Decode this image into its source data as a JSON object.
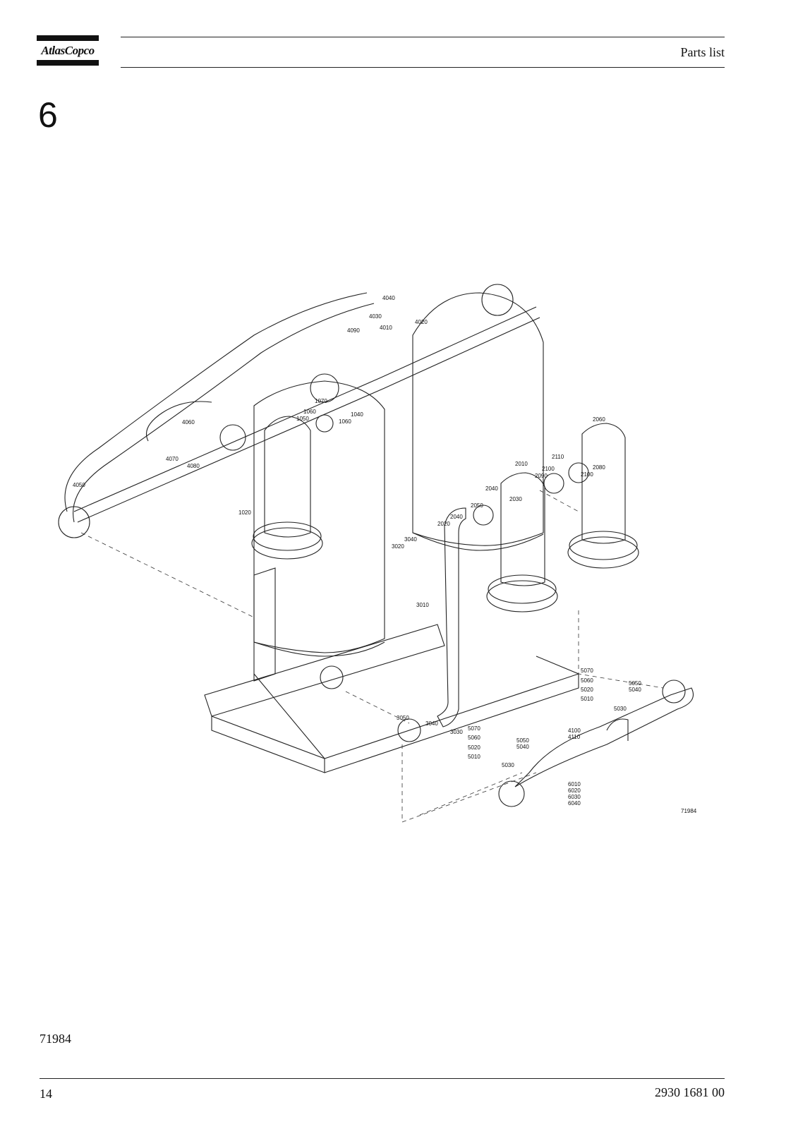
{
  "header": {
    "logo_text": "AtlasCopco",
    "title": "Parts list"
  },
  "chapter": {
    "number": "6"
  },
  "figure": {
    "id_label": "71984",
    "drawing_number": "71984",
    "callouts": [
      "4040",
      "4030",
      "4010",
      "4020",
      "4090",
      "1070",
      "1060",
      "1050",
      "1040",
      "1060",
      "4060",
      "4070",
      "4080",
      "4050",
      "1020",
      "2060",
      "2110",
      "2100",
      "2090",
      "2080",
      "2100",
      "2010",
      "2040",
      "2030",
      "2050",
      "2040",
      "2020",
      "3040",
      "3020",
      "3010",
      "5070",
      "5060",
      "5020",
      "5010",
      "5050",
      "5040",
      "5030",
      "3050",
      "3040",
      "3030",
      "5070",
      "5060",
      "5020",
      "5010",
      "5050",
      "5040",
      "5030",
      "4100",
      "4110",
      "6010",
      "6020",
      "6030",
      "6040"
    ]
  },
  "footer": {
    "page": "14",
    "doc_number": "2930 1681 00"
  }
}
